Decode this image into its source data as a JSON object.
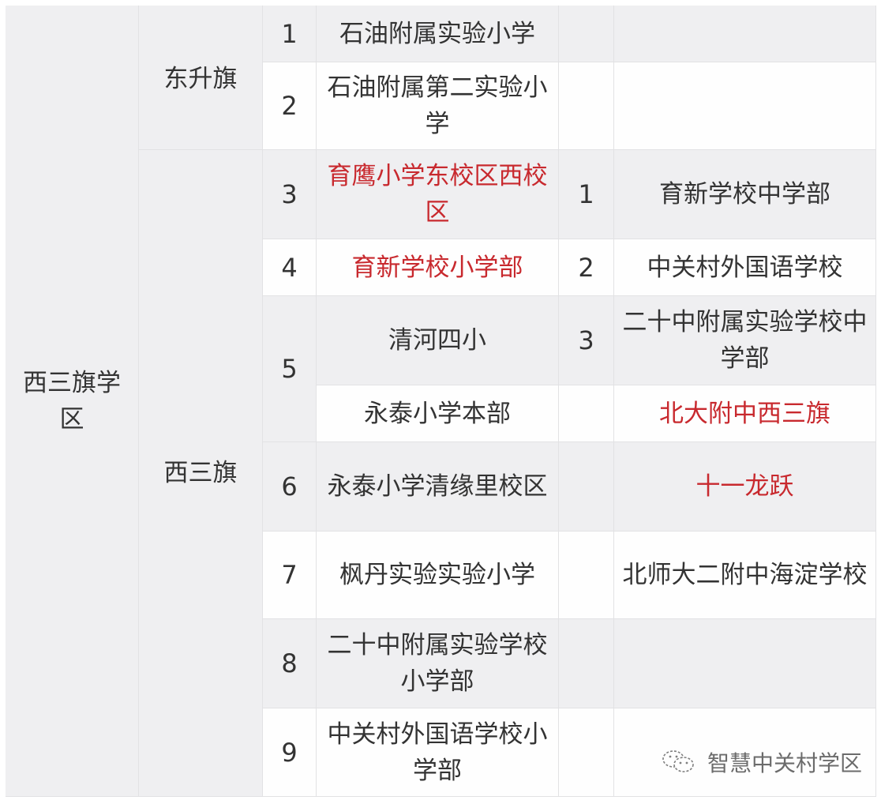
{
  "table": {
    "district": "西三旗学区",
    "areas": [
      {
        "name": "东升旗"
      },
      {
        "name": "西三旗"
      }
    ],
    "primary_schools": [
      {
        "no": "1",
        "name": "石油附属实验小学",
        "highlight": false
      },
      {
        "no": "2",
        "name": "石油附属第二实验小学",
        "highlight": false
      },
      {
        "no": "3",
        "name": "育鹰小学东校区西校区",
        "highlight": true
      },
      {
        "no": "4",
        "name": "育新学校小学部",
        "highlight": true
      },
      {
        "no": "5",
        "name": "清河四小",
        "highlight": false
      },
      {
        "no": "",
        "name": "永泰小学本部",
        "highlight": false
      },
      {
        "no": "6",
        "name": "永泰小学清缘里校区",
        "highlight": false
      },
      {
        "no": "7",
        "name": "枫丹实验实验小学",
        "highlight": false
      },
      {
        "no": "8",
        "name": "二十中附属实验学校小学部",
        "highlight": false
      },
      {
        "no": "9",
        "name": "中关村外国语学校小学部",
        "highlight": false
      }
    ],
    "middle_schools": [
      {
        "no": "1",
        "name": "育新学校中学部",
        "highlight": false
      },
      {
        "no": "2",
        "name": "中关村外国语学校",
        "highlight": false
      },
      {
        "no": "3",
        "name": "二十中附属实验学校中学部",
        "highlight": false
      },
      {
        "no": "",
        "name": "北大附中西三旗",
        "highlight": true
      },
      {
        "no": "",
        "name": "十一龙跃",
        "highlight": true
      },
      {
        "no": "",
        "name": "北师大二附中海淀学校",
        "highlight": false
      }
    ]
  },
  "colors": {
    "highlight_red": "#c8292e",
    "text": "#333333",
    "row_gray": "#efeff1",
    "row_white": "#fefefe",
    "grid_line": "#e2e2e4"
  },
  "watermark": {
    "icon": "wechat-icon",
    "text": "智慧中关村学区"
  }
}
